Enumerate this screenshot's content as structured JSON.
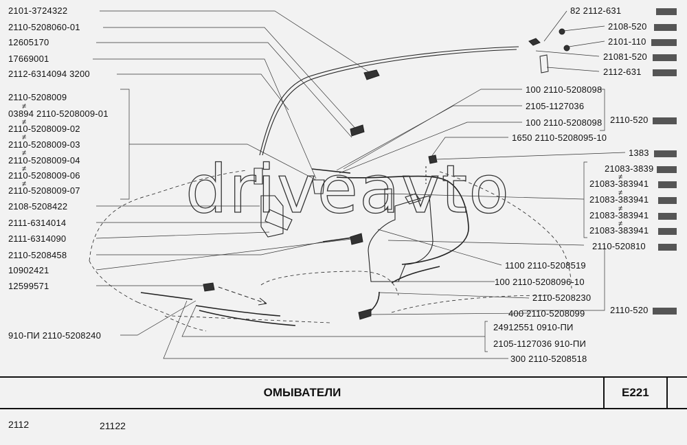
{
  "left_labels": [
    "2101-3724322",
    "2110-5208060-01",
    "12605170",
    "17669001",
    "2112-6314094  3200",
    "2110-5208009",
    "03894  2110-5208009-01",
    "2110-5208009-02",
    "2110-5208009-03",
    "2110-5208009-04",
    "2110-5208009-06",
    "2110-5208009-07",
    "2108-5208422",
    "2111-6314014",
    "2111-6314090",
    "2110-5208458",
    "10902421",
    "12599571",
    "910-ПИ  2110-5208240"
  ],
  "right_labels": [
    "82  2112-631",
    "2108-520",
    "2101-110",
    "21081-520",
    "2112-631",
    "100  2110-5208098",
    "2105-1127036",
    "100  2110-5208098",
    "2110-520",
    "1650  2110-5208095-10",
    "1383",
    "21083-3839",
    "21083-383941",
    "21083-383941",
    "21083-383941",
    "21083-383941",
    "2110-520810",
    "1100  2110-5208519",
    "100  2110-5208096-10",
    "2110-5208230",
    "2110-520",
    "400  2110-5208099",
    "24912551  0910-ПИ",
    "2105-1127036  910-ПИ",
    "300  2110-5208518"
  ],
  "watermark": "driveavto",
  "footer": {
    "title": "ОМЫВАТЕЛИ",
    "code": "Е221"
  },
  "models": [
    "2112",
    "21122"
  ]
}
